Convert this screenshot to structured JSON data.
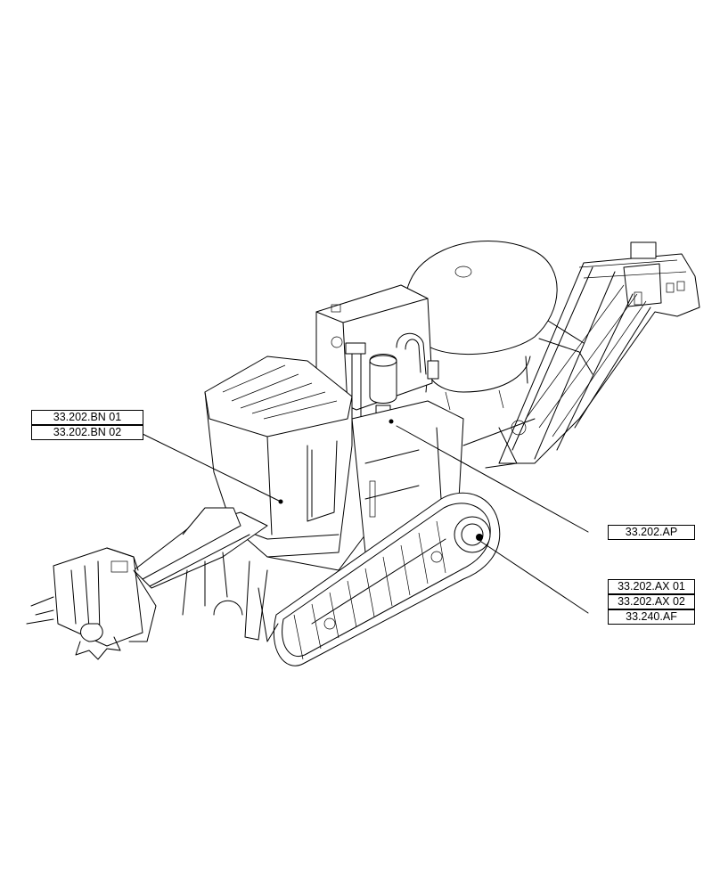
{
  "callouts": {
    "bn01": "33.202.BN 01",
    "bn02": "33.202.BN 02",
    "ap": "33.202.AP",
    "ax01": "33.202.AX 01",
    "ax02": "33.202.AX 02",
    "af": "33.240.AF"
  },
  "colors": {
    "line": "#000000",
    "background": "#ffffff"
  }
}
